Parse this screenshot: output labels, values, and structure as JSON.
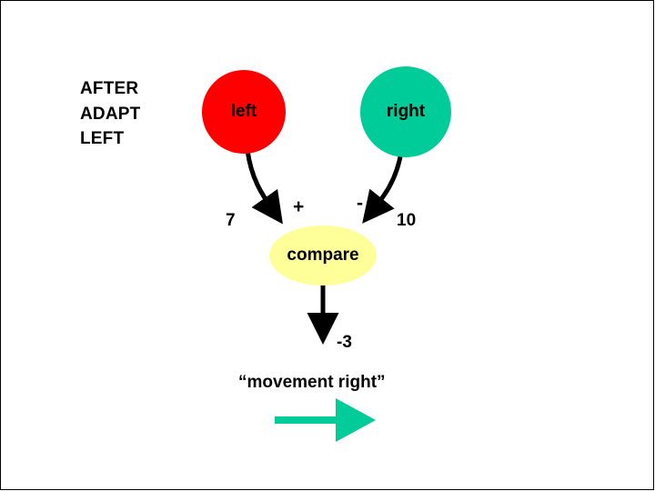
{
  "slide": {
    "title_lines": "AFTER\nADAPT\nLEFT",
    "background": "#ffffff"
  },
  "nodes": [
    {
      "id": "left-node",
      "label": "left",
      "color": "#ff0000",
      "shape": "circle"
    },
    {
      "id": "right-node",
      "label": "right",
      "color": "#00cc99",
      "shape": "circle"
    },
    {
      "id": "compare-node",
      "label": "compare",
      "color": "#ffff99",
      "shape": "ellipse"
    }
  ],
  "values": {
    "left_value": "7",
    "right_value": "10",
    "plus_sign": "+",
    "minus_sign": "-",
    "result": "-3"
  },
  "caption": "“movement right”",
  "result_arrow": {
    "color": "#00cc99",
    "direction": "right"
  },
  "arrow_color": "#000000"
}
